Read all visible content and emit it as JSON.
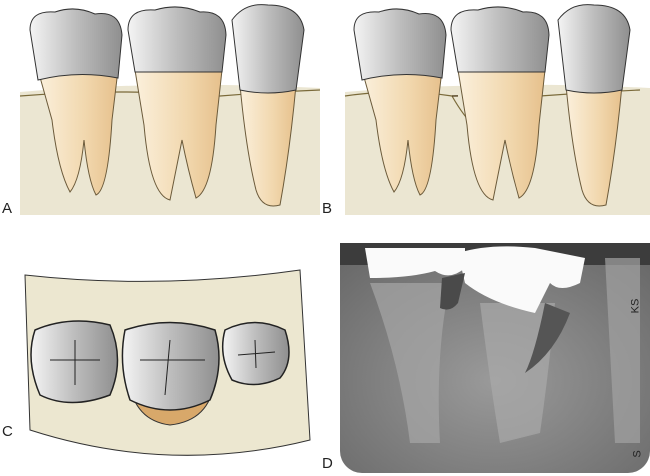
{
  "panels": [
    {
      "label": "A"
    },
    {
      "label": "B"
    },
    {
      "label": "C"
    },
    {
      "label": "D"
    }
  ],
  "radiograph_marks": {
    "initials_top": "KS",
    "initials_bottom": "S"
  },
  "colors": {
    "gum": "#ebe4cc",
    "root": "#f3dcb4",
    "crown": "#d9d9d9",
    "radiograph": "#7a7a7a"
  }
}
